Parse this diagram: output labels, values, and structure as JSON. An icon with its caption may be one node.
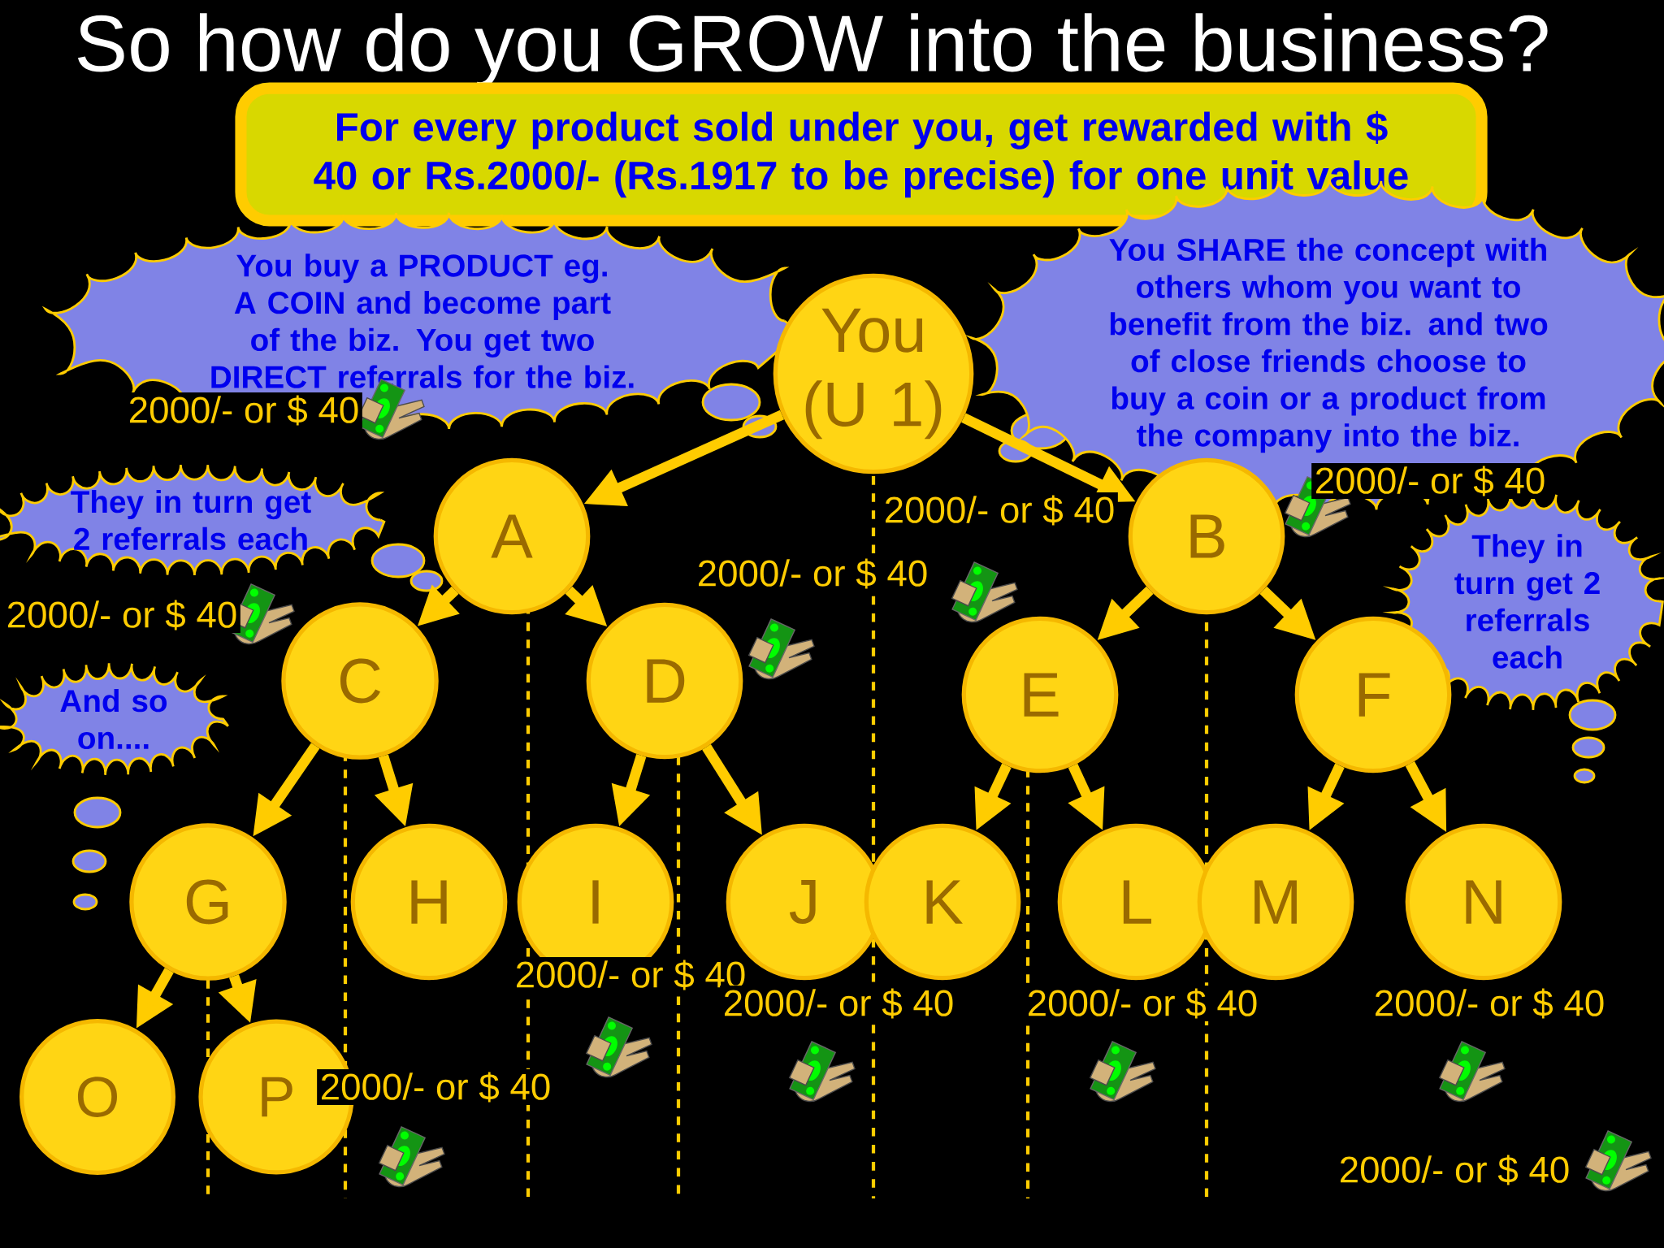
{
  "diagram": {
    "title": "So how do you GROW into the business?",
    "nodes": [
      {
        "text": [
          "For every product sold under you, get rewarded with $ 40 or Rs.2000/- (Rs.1917 to be precise) for one unit value"
        ]
      },
      {
        "text": [
          "You buy a PRODUCT eg. A COIN and become part of the biz. You get two DIRECT referrals for the biz."
        ]
      },
      {
        "text": [
          "You SHARE the concept with others whom you want to benefit from the biz. and two of close friends choose to buy a coin or a product from the company into the biz."
        ]
      },
      {
        "text": [
          "You (U 1)"
        ]
      },
      {
        "text": [
          "They in turn get 2 referrals each"
        ]
      },
      {
        "text": [
          "A"
        ]
      },
      {
        "text": [
          "B"
        ]
      },
      {
        "text": [
          "They in turn get 2 referrals each"
        ]
      },
      {
        "text": [
          "And so on...."
        ]
      },
      {
        "text": [
          "C"
        ]
      },
      {
        "text": [
          "D"
        ]
      },
      {
        "text": [
          "E"
        ]
      },
      {
        "text": [
          "F"
        ]
      },
      {
        "text": [
          "G"
        ]
      },
      {
        "text": [
          "H"
        ]
      },
      {
        "text": [
          "I"
        ]
      },
      {
        "text": [
          "J"
        ]
      },
      {
        "text": [
          "K"
        ]
      },
      {
        "text": [
          "L"
        ]
      },
      {
        "text": [
          "M"
        ]
      },
      {
        "text": [
          "N"
        ]
      },
      {
        "text": [
          "O"
        ]
      },
      {
        "text": [
          "P"
        ]
      }
    ],
    "edges": [
      {
        "from": 3,
        "to": 5,
        "arrow": "to"
      },
      {
        "from": 3,
        "to": 6,
        "arrow": "to"
      },
      {
        "from": 5,
        "to": 9,
        "arrow": "to"
      },
      {
        "from": 5,
        "to": 10,
        "arrow": "to"
      },
      {
        "from": 6,
        "to": 11,
        "arrow": "to"
      },
      {
        "from": 6,
        "to": 12,
        "arrow": "to"
      },
      {
        "from": 9,
        "to": 13,
        "arrow": "to"
      },
      {
        "from": 9,
        "to": 14,
        "arrow": "to"
      },
      {
        "from": 10,
        "to": 15,
        "arrow": "to"
      },
      {
        "from": 10,
        "to": 16,
        "arrow": "to"
      },
      {
        "from": 11,
        "to": 17,
        "arrow": "to"
      },
      {
        "from": 11,
        "to": 18,
        "arrow": "to"
      },
      {
        "from": 12,
        "to": 19,
        "arrow": "to"
      },
      {
        "from": 12,
        "to": 20,
        "arrow": "to"
      },
      {
        "from": 13,
        "to": 21,
        "arrow": "to"
      },
      {
        "from": 13,
        "to": 22,
        "arrow": "to"
      }
    ],
    "labels": [
      "2000/- or $ 40",
      "2000/- or $ 40",
      "2000/- or $ 40",
      "2000/- or $ 40",
      "2000/- or $ 40",
      "2000/- or $ 40",
      "2000/- or $ 40",
      "2000/- or $ 40",
      "2000/- or $ 40",
      "2000/- or $ 40",
      "2000/- or $ 40"
    ]
  }
}
